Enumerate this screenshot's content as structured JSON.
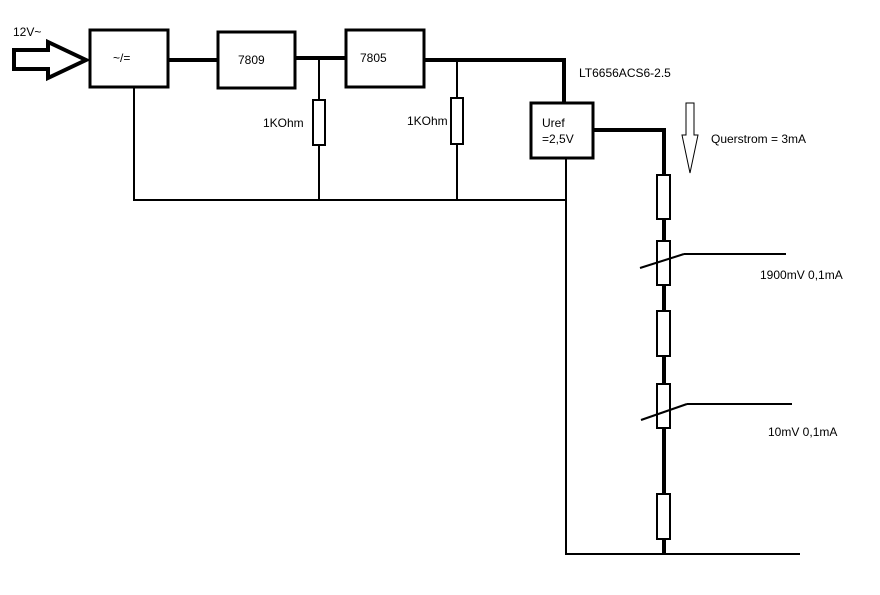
{
  "diagram": {
    "input_label": "12V~",
    "rectifier_label": "~/=",
    "regulator1_label": "7809",
    "regulator2_label": "7805",
    "load1_label": "1KOhm",
    "load2_label": "1KOhm",
    "reference_part_label": "LT6656ACS6-2.5",
    "reference_line1": "Uref",
    "reference_line2": "=2,5V",
    "cross_current_label": "Querstrom = 3mA",
    "tap1_label": "1900mV  0,1mA",
    "tap2_label": "10mV  0,1mA"
  }
}
